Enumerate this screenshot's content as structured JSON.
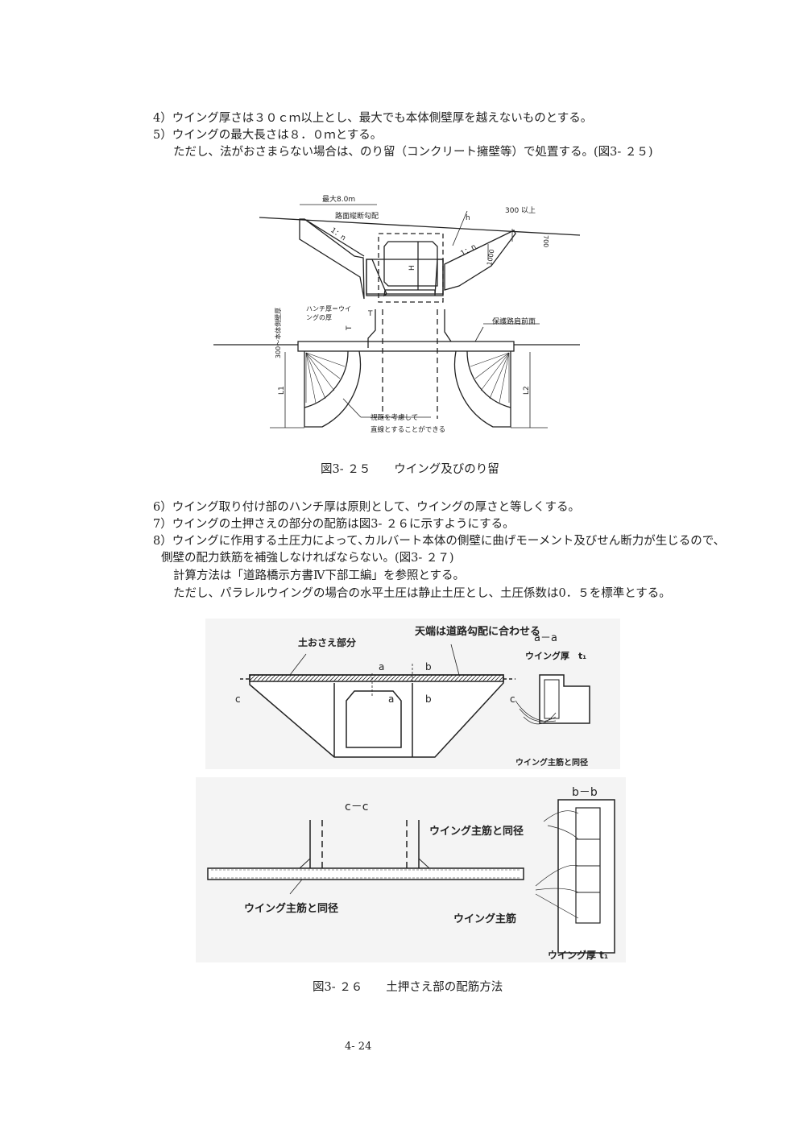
{
  "section1": {
    "lines": [
      "4）ウイング厚さは３０ｃｍ以上とし、最大でも本体側壁厚を越えないものとする。",
      "5）ウイングの最大長さは８．０ｍとする。",
      "ただし、法がおさまらない場合は、のり留（コンクリート擁壁等）で処置する。(図3- ２５)"
    ]
  },
  "figure1": {
    "caption": "図3- ２５　　ウイング及びのり留",
    "labels": {
      "max_length": "最大8.0m",
      "road_slope": "路面縦断勾配",
      "h": "h",
      "over300": "300 以上",
      "dim700": "700",
      "slope_left": "1：n",
      "slope_right": "1：n",
      "dim1000": "1000",
      "H": "H",
      "wall_thickness": "300～本体側壁厚",
      "haunch_note_1": "ハンチ厚＝ウイ",
      "haunch_note_2": "ングの厚",
      "T_top": "T",
      "T_side": "T",
      "shoulder": "保護路肩前面",
      "L1": "L1",
      "L2": "L2",
      "sight_note_1": "視距を考慮して",
      "sight_note_2": "直線とすることができる"
    }
  },
  "section2": {
    "lines": [
      "6）ウイング取り付け部のハンチ厚は原則として、ウイングの厚さと等しくする。",
      "7）ウイングの土押さえの部分の配筋は図3- ２６に示すようにする。",
      "8）ウイングに作用する土圧力によって､カルバート本体の側壁に曲げモーメント及びせん断力が生じるので、",
      "側壁の配力鉄筋を補強しなければならない。(図3- ２７)",
      "計算方法は「道路橋示方書Ⅳ下部工編」を参照とする。",
      "ただし、パラレルウイングの場合の水平土圧は静止土圧とし、土圧係数は0．５を標準とする。"
    ]
  },
  "figure2": {
    "caption": "図3- ２６　　土押さえ部の配筋方法",
    "labels": {
      "top_edge": "天端は道路勾配に合わせる",
      "soil_part": "土おさえ部分",
      "a_top": "a",
      "b_top": "b",
      "a_bottom": "a",
      "b_bottom": "b",
      "c_left": "c",
      "c_right": "c",
      "section_aa": "a－a",
      "wing_thickness_aa": "ウイング厚　t₁",
      "same_dia_aa": "ウイング主筋と同径",
      "section_cc": "c－c",
      "same_dia_cc_top": "ウイング主筋と同径",
      "same_dia_cc_bottom": "ウイング主筋と同径",
      "section_bb": "b－b",
      "wing_main_bar": "ウイング主筋",
      "wing_thickness_bb": "ウイング厚 t₁"
    }
  },
  "page_number": "4- 24"
}
